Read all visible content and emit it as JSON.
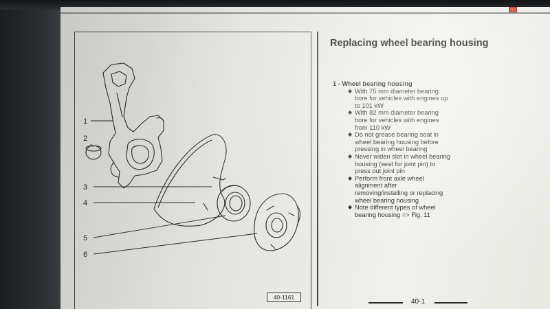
{
  "page": {
    "title": "Replacing wheel bearing housing",
    "figure_ref": "40-1161",
    "page_number": "40-1"
  },
  "callouts": [
    "1",
    "2",
    "3",
    "4",
    "5",
    "6"
  ],
  "items": [
    {
      "label": "1 - Wheel bearing housing",
      "bullets": [
        "With 75 mm diameter bearing bore for vehicles with engines up to 101 kW",
        "With 82 mm diameter bearing bore for vehicles with engines from 110 kW",
        "Do not grease bearing seat in wheel bearing housing before pressing in wheel bearing",
        "Never widen slot in wheel bearing housing (seat for joint pin) to press out joint pin",
        "Perform front axle wheel alignment after removing/installing or replacing wheel bearing housing",
        "Note different types of wheel bearing housing => Fig. 11"
      ]
    }
  ],
  "icons": {
    "bullet": "diamond-icon"
  },
  "colors": {
    "ink": "#1c1c1c",
    "paper": "#ececE8",
    "accent_mark": "#d04a3a"
  }
}
